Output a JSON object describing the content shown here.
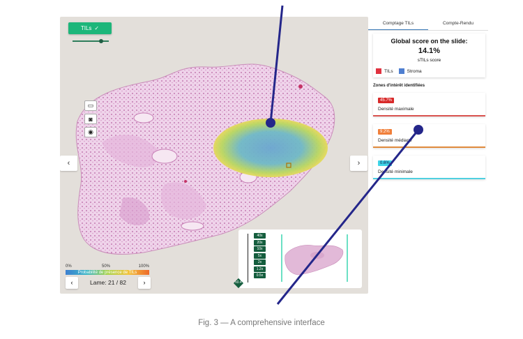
{
  "viewer": {
    "tils_button": "TILs",
    "tils_button_icon": "check-icon",
    "tools": [
      "window-icon",
      "camera-icon",
      "eye-icon"
    ],
    "nav_prev": "‹",
    "nav_next": "›",
    "legend": {
      "tick_0": "0%",
      "tick_50": "50%",
      "tick_100": "100%",
      "label": "Probabilité de présence de TILs"
    },
    "lame": {
      "prev": "‹",
      "label": "Lame: 21 / 82",
      "next": "›"
    },
    "zoom_levels": [
      "40x",
      "20x",
      "10x",
      "5x",
      "2x",
      "1.2x",
      "0.5x"
    ],
    "zoom_current": "x0.4"
  },
  "panel": {
    "tabs": [
      {
        "label": "Comptage TILs",
        "active": true
      },
      {
        "label": "Compte-Rendu",
        "active": false
      }
    ],
    "score_title": "Global score on the slide:",
    "score_value": "14.1%",
    "score_sub": "sTILs score",
    "legend": [
      {
        "label": "TILs",
        "color": "#e0323f"
      },
      {
        "label": "Stroma",
        "color": "#4f7fd0"
      }
    ],
    "zones_title": "Zones d'intérêt identifiées",
    "zones": [
      {
        "badge": "45.7%",
        "label": "Densité maximale",
        "color": "#d82a2a",
        "bar": "#d9534f"
      },
      {
        "badge": "9.2%",
        "label": "Densité médiane",
        "color": "#f07f3a",
        "bar": "#e08a3c"
      },
      {
        "badge": "0.6%",
        "label": "Densité minimale",
        "color": "#3fd5e8",
        "bar": "#4fd0e0"
      }
    ]
  },
  "caption": "Fig. 3 — A comprehensive interface"
}
